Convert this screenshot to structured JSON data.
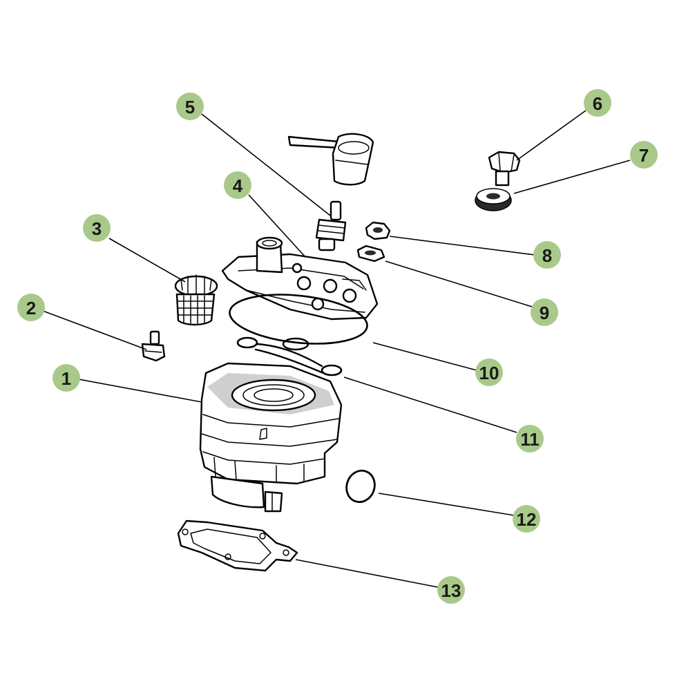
{
  "callouts": [
    {
      "id": "1",
      "label": "1"
    },
    {
      "id": "2",
      "label": "2"
    },
    {
      "id": "3",
      "label": "3"
    },
    {
      "id": "4",
      "label": "4"
    },
    {
      "id": "5",
      "label": "5"
    },
    {
      "id": "6",
      "label": "6"
    },
    {
      "id": "7",
      "label": "7"
    },
    {
      "id": "8",
      "label": "8"
    },
    {
      "id": "9",
      "label": "9"
    },
    {
      "id": "10",
      "label": "10"
    },
    {
      "id": "11",
      "label": "11"
    },
    {
      "id": "12",
      "label": "12"
    },
    {
      "id": "13",
      "label": "13"
    }
  ],
  "colors": {
    "callout_fill": "#a9c98a",
    "line": "#000000",
    "text": "#1a1a1a",
    "background": "#ffffff"
  }
}
